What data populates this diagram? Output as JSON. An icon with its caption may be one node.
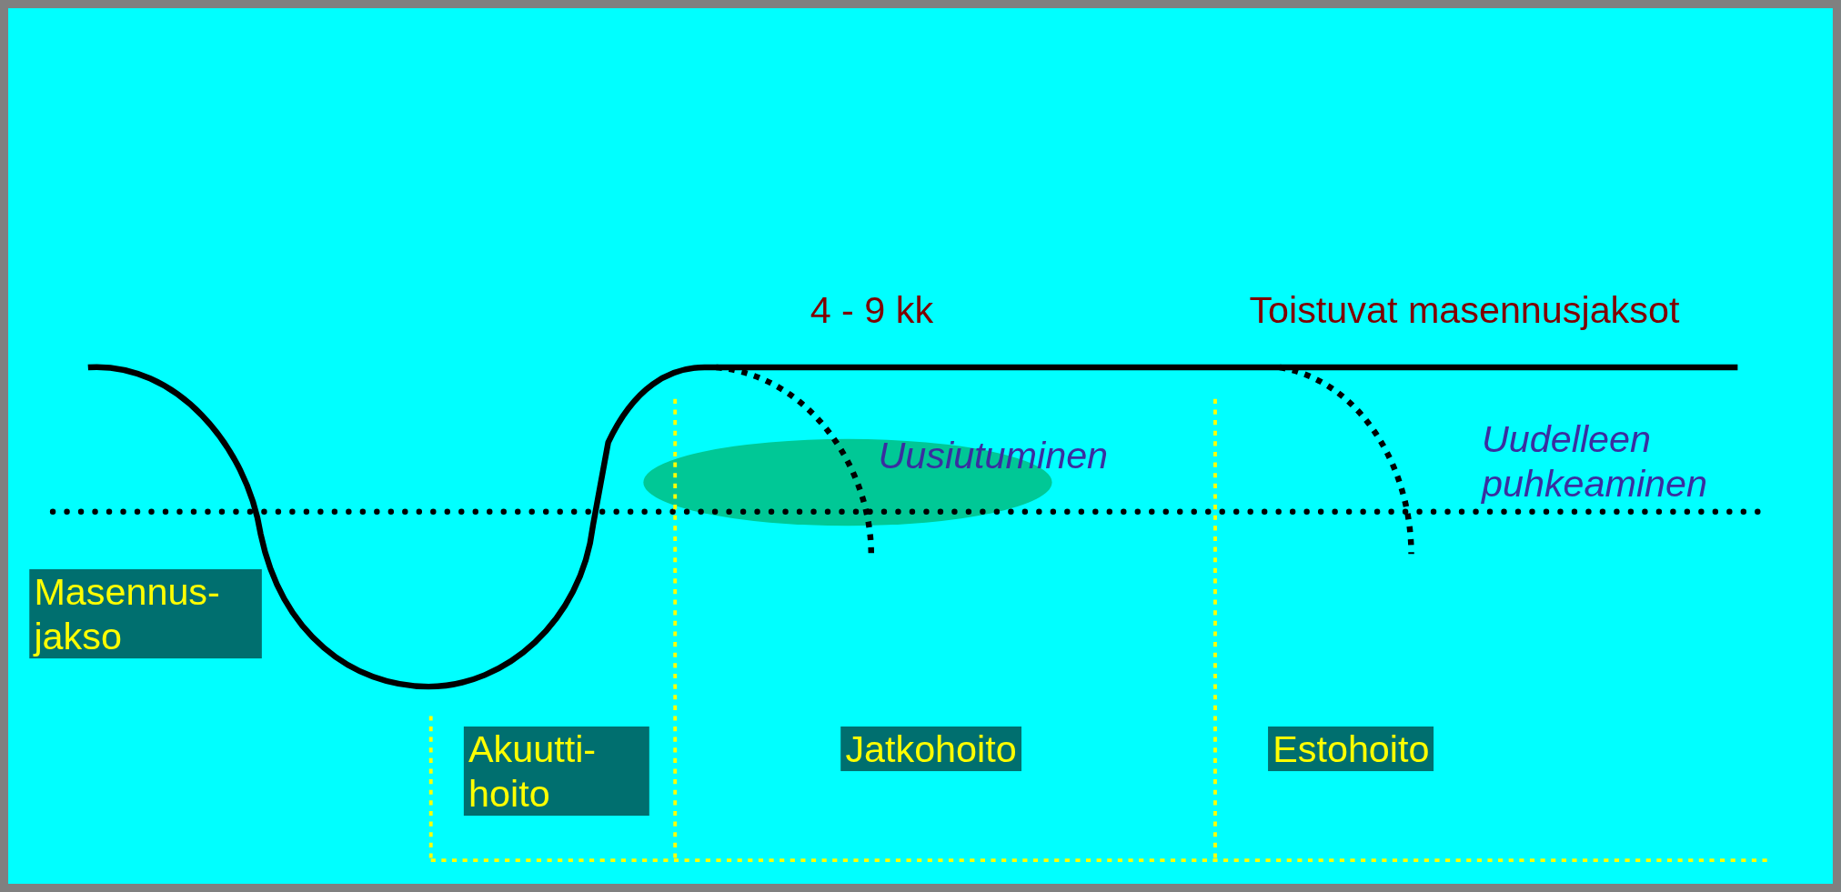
{
  "diagram": {
    "labels": [
      "4 - 9 kk",
      "Toistuvat masennusjaksot",
      "Uusiutuminen",
      "Uudelleen puhkeaminen",
      "Masennus- jakso",
      "Akuutti- hoito",
      "Jatkohoito",
      "Estohoito"
    ]
  }
}
